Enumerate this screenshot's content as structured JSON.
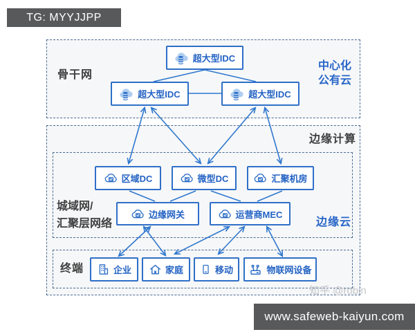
{
  "banners": {
    "top_left": "TG: MYYJJPP",
    "bottom_right": "www.safeweb-kaiyun.com"
  },
  "watermark": "知乎 @robin",
  "colors": {
    "accent_blue": "#2e6fc8",
    "connector_blue": "#2f78cf",
    "dashed_border": "#4a6a93",
    "dark_text": "#3f4040",
    "banner_bg": "#58595b",
    "box_bg": "#f6f7f8",
    "cloud_fill": "#aecdf0",
    "watermark_gray": "#c6c7c9"
  },
  "sections": {
    "backbone": {
      "label": "骨干网",
      "side_label_lines": [
        "中心化",
        "公有云"
      ],
      "nodes": [
        {
          "id": "idc-top",
          "label": "超大型IDC",
          "icon": "cloud-database-icon"
        },
        {
          "id": "idc-left",
          "label": "超大型IDC",
          "icon": "cloud-database-icon"
        },
        {
          "id": "idc-right",
          "label": "超大型IDC",
          "icon": "cloud-database-icon"
        }
      ]
    },
    "edge_computing": {
      "label": "边缘计算",
      "metro": {
        "label_lines": [
          "城域网/",
          "汇聚层网络"
        ],
        "side_label": "边缘云",
        "row1": [
          {
            "id": "dc-region",
            "label": "区域DC",
            "icon": "cloud-server-icon"
          },
          {
            "id": "dc-micro",
            "label": "微型DC",
            "icon": "cloud-server-icon"
          },
          {
            "id": "dc-agg",
            "label": "汇聚机房",
            "icon": "cloud-server-icon"
          }
        ],
        "row2": [
          {
            "id": "gw-edge",
            "label": "边缘网关",
            "icon": "cloud-server-icon"
          },
          {
            "id": "mec",
            "label": "运营商MEC",
            "icon": "cloud-server-icon"
          }
        ]
      },
      "terminal": {
        "label": "终端",
        "nodes": [
          {
            "id": "t-ent",
            "label": "企业",
            "icon": "building-icon"
          },
          {
            "id": "t-home",
            "label": "家庭",
            "icon": "house-icon"
          },
          {
            "id": "t-mobile",
            "label": "移动",
            "icon": "phone-icon"
          },
          {
            "id": "t-iot",
            "label": "物联网设备",
            "icon": "iot-device-icon"
          }
        ]
      }
    }
  },
  "edges": [
    {
      "from": "idc-top",
      "to": "idc-left",
      "style": "line"
    },
    {
      "from": "idc-top",
      "to": "idc-right",
      "style": "line"
    },
    {
      "from": "idc-left",
      "to": "idc-right",
      "style": "line"
    },
    {
      "from": "idc-left",
      "to": "dc-region",
      "style": "arrow-both"
    },
    {
      "from": "idc-left",
      "to": "dc-micro",
      "style": "arrow-both"
    },
    {
      "from": "idc-right",
      "to": "dc-micro",
      "style": "arrow-both"
    },
    {
      "from": "idc-right",
      "to": "dc-agg",
      "style": "arrow-both"
    },
    {
      "from": "dc-region",
      "to": "gw-edge",
      "style": "line"
    },
    {
      "from": "dc-micro",
      "to": "gw-edge",
      "style": "line"
    },
    {
      "from": "dc-micro",
      "to": "mec",
      "style": "line"
    },
    {
      "from": "dc-agg",
      "to": "mec",
      "style": "line"
    },
    {
      "from": "gw-edge",
      "to": "t-ent",
      "style": "arrow-both"
    },
    {
      "from": "gw-edge",
      "to": "t-home",
      "style": "arrow-both"
    },
    {
      "from": "mec",
      "to": "t-home",
      "style": "arrow-both"
    },
    {
      "from": "mec",
      "to": "t-mobile",
      "style": "arrow-both"
    },
    {
      "from": "mec",
      "to": "t-iot",
      "style": "arrow-both"
    }
  ]
}
